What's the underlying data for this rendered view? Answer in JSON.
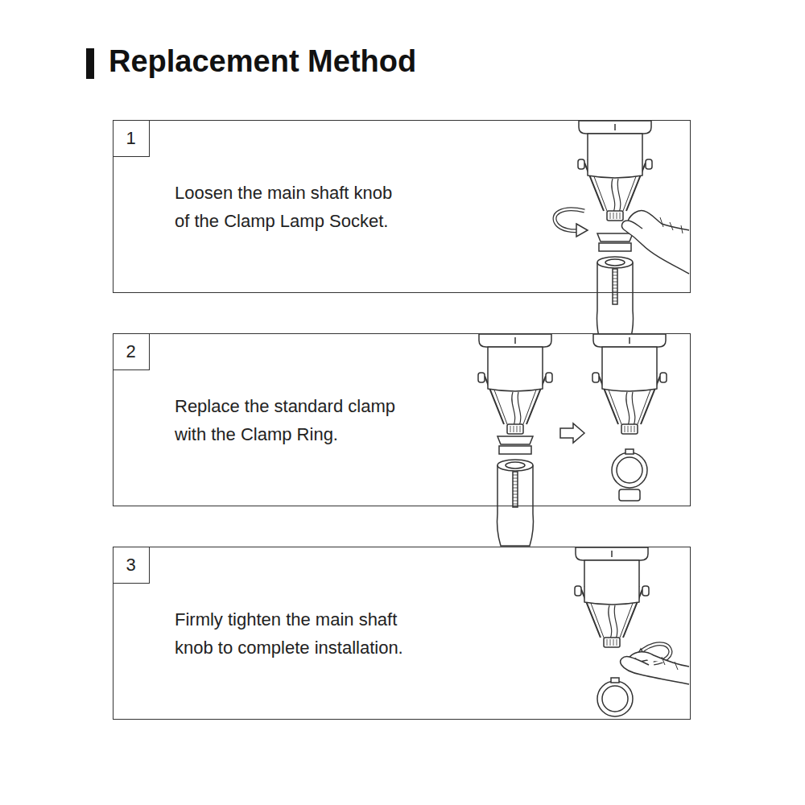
{
  "diagram": {
    "title": "Replacement Method",
    "nodes": [
      {
        "text": [
          "Loosen the main shaft knob of the Clamp Lamp Socket."
        ]
      },
      {
        "text": [
          "1"
        ],
        "in": 0
      },
      {
        "text": [
          "Replace the standard clamp with the Clamp Ring."
        ]
      },
      {
        "text": [
          "2"
        ],
        "in": 2
      },
      {
        "text": [
          "Firmly tighten the main shaft knob to complete installation."
        ]
      },
      {
        "text": [
          "3"
        ],
        "in": 4
      }
    ]
  }
}
